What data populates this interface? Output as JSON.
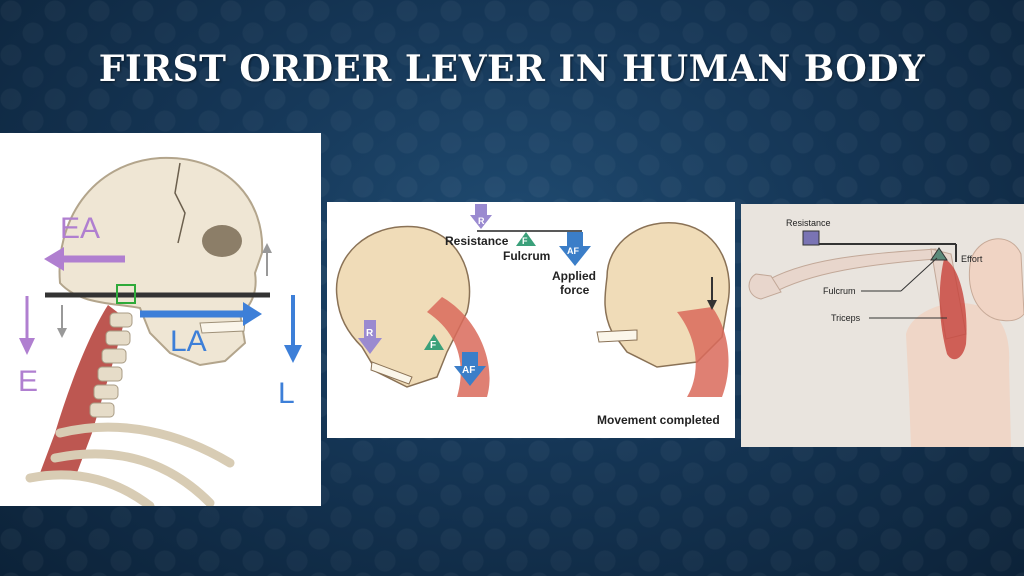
{
  "slide": {
    "title": "FIRST ORDER LEVER IN HUMAN BODY"
  },
  "panel1": {
    "labels": {
      "ea": "EA",
      "la": "LA",
      "e": "E",
      "l": "L"
    }
  },
  "panel2": {
    "labels": {
      "r": "R",
      "resistance": "Resistance",
      "f": "F",
      "fulcrum": "Fulcrum",
      "af": "AF",
      "applied": "Applied",
      "force": "force",
      "movement_completed": "Movement completed"
    }
  },
  "panel3": {
    "labels": {
      "resistance": "Resistance",
      "effort": "Effort",
      "fulcrum": "Fulcrum",
      "triceps": "Triceps"
    }
  },
  "colors": {
    "purple": "#b07fd0",
    "blue": "#3d7fd8",
    "muscle": "#c0443c",
    "bone": "#e8dcc6"
  }
}
